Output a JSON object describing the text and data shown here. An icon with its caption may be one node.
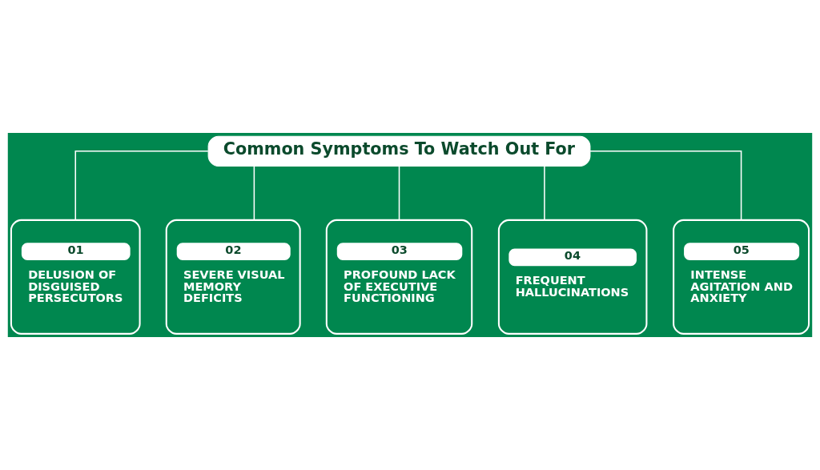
{
  "diagram": {
    "nodes": [
      {
        "text": [
          "Common Symptoms To Watch Out For"
        ]
      },
      {
        "text": [
          "01",
          "DELUSION OF DISGUISED PERSECUTORS"
        ]
      },
      {
        "text": [
          "02",
          "SEVERE VISUAL MEMORY DEFICITS"
        ]
      },
      {
        "text": [
          "03",
          "PROFOUND LACK OF EXECUTIVE FUNCTIONING"
        ]
      },
      {
        "text": [
          "04",
          "FREQUENT HALLUCINATIONS"
        ]
      },
      {
        "text": [
          "05",
          "INTENSE AGITATION AND ANXIETY"
        ]
      }
    ],
    "edges": [
      {
        "from": 0,
        "to": 1,
        "arrow": "none"
      },
      {
        "from": 0,
        "to": 2,
        "arrow": "none"
      },
      {
        "from": 0,
        "to": 3,
        "arrow": "none"
      },
      {
        "from": 0,
        "to": 4,
        "arrow": "none"
      },
      {
        "from": 0,
        "to": 5,
        "arrow": "none"
      }
    ]
  }
}
